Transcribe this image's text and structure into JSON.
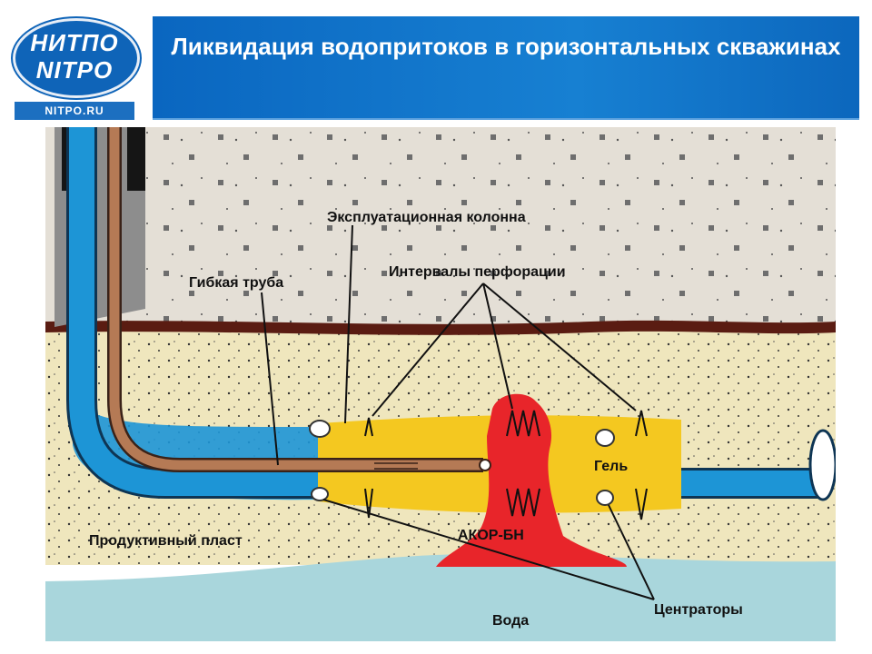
{
  "logo": {
    "line1": "НИТПО",
    "line2": "NITPO",
    "url": "NITPO.RU"
  },
  "header": {
    "title": "Ликвидация водопритоков в горизонтальных скважинах"
  },
  "diagram": {
    "labels": {
      "casing": "Эксплуатационная колонна",
      "perforation": "Интервалы перфорации",
      "coiled_tubing": "Гибкая труба",
      "gel": "Гель",
      "productive_layer": "Продуктивный пласт",
      "akor": "АКОР-БН",
      "centralizers": "Центраторы",
      "water": "Вода"
    },
    "colors": {
      "rock_top": "#e4dfd6",
      "boundary": "#5a1c12",
      "productive": "#efe6bd",
      "water": "#a9d6dc",
      "pipe_blue": "#1d95d6",
      "gel": "#f4c820",
      "akor": "#e8252a",
      "tubing": "#b57a55"
    }
  }
}
